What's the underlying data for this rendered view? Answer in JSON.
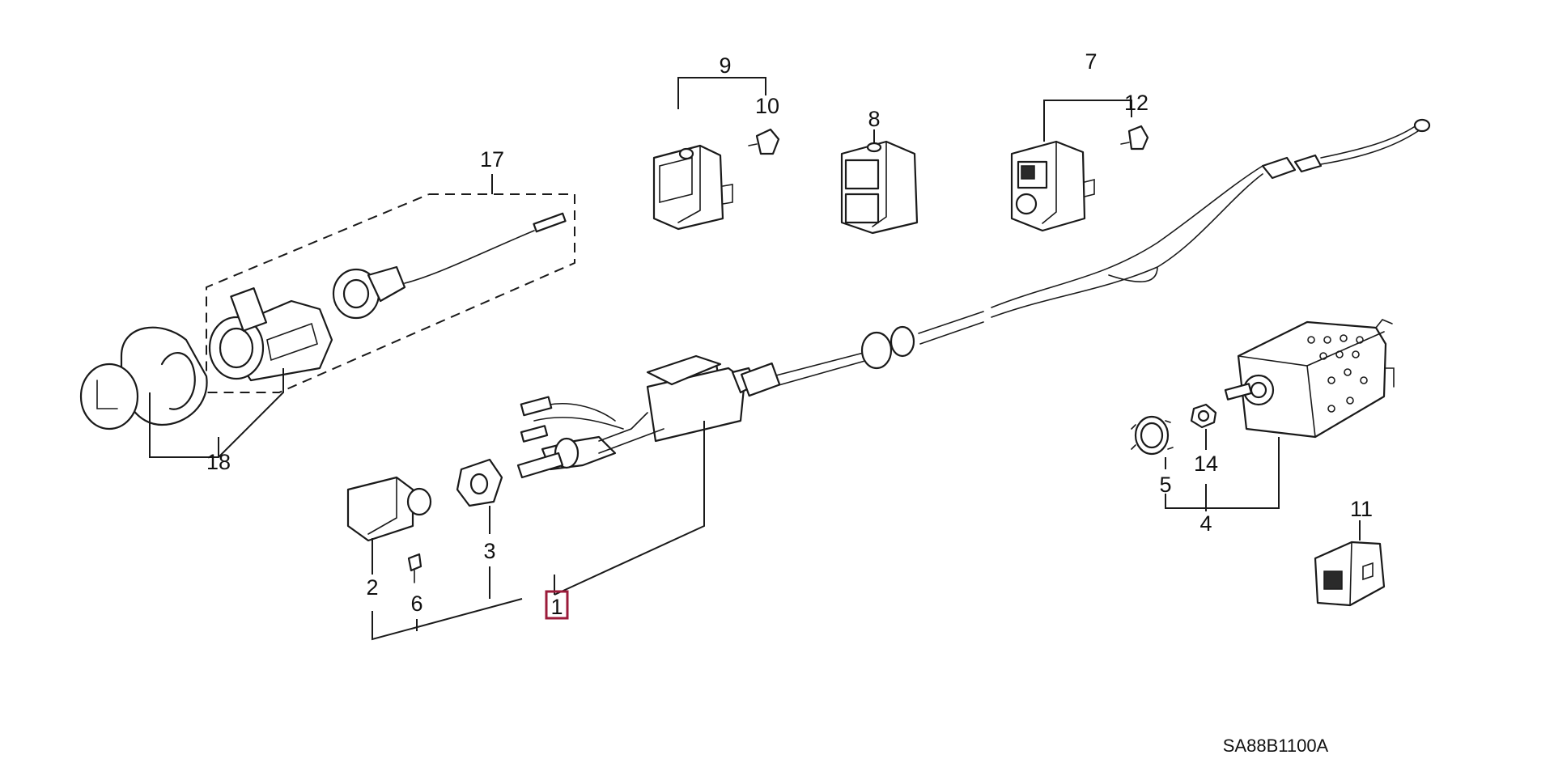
{
  "accent_color": "#9b1b3a",
  "diagram_code": "SA88B1100A",
  "callouts": {
    "p1": "1",
    "p2": "2",
    "p3": "3",
    "p4": "4",
    "p5": "5",
    "p6": "6",
    "p7": "7",
    "p8": "8",
    "p9": "9",
    "p10": "10",
    "p11": "11",
    "p12": "12",
    "p14": "14",
    "p17": "17",
    "p18": "18"
  },
  "highlighted_part": "1"
}
